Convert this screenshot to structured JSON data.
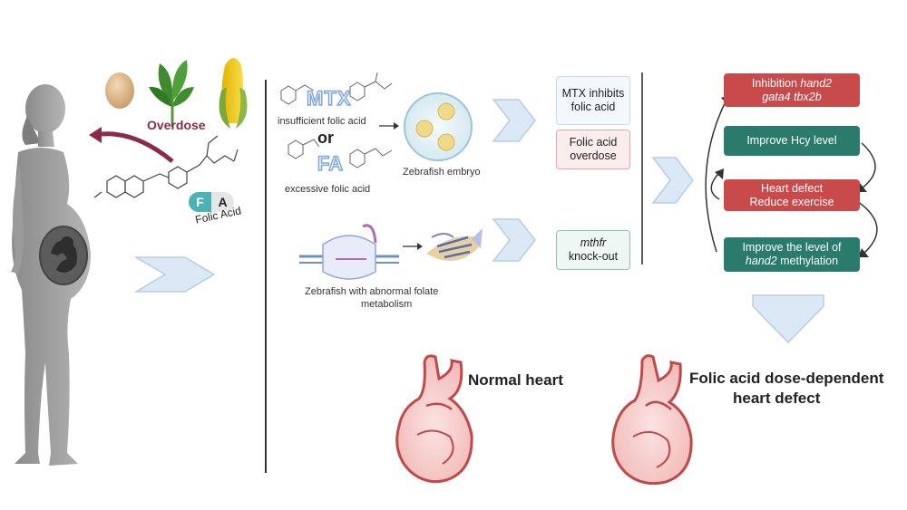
{
  "left": {
    "overdose": "Overdose",
    "fa_badge_f": "F",
    "fa_badge_a": "A",
    "folic_acid": "Folic Acid"
  },
  "middle": {
    "mtx": "MTX",
    "insufficient": "insufficient folic acid",
    "or": "or",
    "fa": "FA",
    "excessive": "excessive folic acid",
    "zebrafish_embryo": "Zebrafish embryo",
    "abnormal_line1": "Zebrafish with abnormal folate",
    "abnormal_line2": "metabolism"
  },
  "boxes": {
    "mtx_inhibits": "MTX inhibits folic acid",
    "fa_overdose": "Folic acid overdose",
    "mthfr": "mthfr",
    "knockout": "knock-out"
  },
  "right": {
    "inhibition_prefix": "Inhibition ",
    "hand2": "hand2",
    "gata4_tbx2b": "gata4 tbx2b",
    "hcy": "Improve Hcy level",
    "heart_defect": "Heart defect",
    "reduce_exercise": "Reduce exercise",
    "methyl_line1": "Improve the level of",
    "methyl_hand2": "hand2",
    "methyl_suffix": " methylation"
  },
  "bottom": {
    "normal_heart": "Normal heart",
    "defect_line1": "Folic acid dose-dependent",
    "defect_line2": "heart defect"
  },
  "colors": {
    "red_box": "#c94a4a",
    "teal_box": "#2a7b6b",
    "chevron": "#dbe8f5",
    "heart": "#c0494a"
  }
}
